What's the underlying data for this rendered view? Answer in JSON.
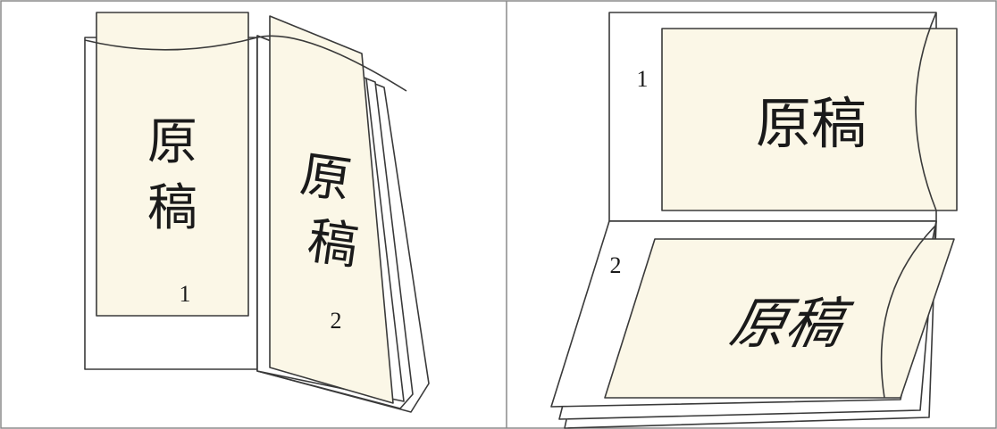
{
  "panels": [
    {
      "id": "left",
      "sheets": [
        {
          "label": "原稿",
          "number": "1"
        },
        {
          "label": "原稿",
          "number": "2"
        }
      ]
    },
    {
      "id": "right",
      "sheets": [
        {
          "label": "原稿",
          "number": "1"
        },
        {
          "label": "原稿",
          "number": "2"
        }
      ]
    }
  ]
}
